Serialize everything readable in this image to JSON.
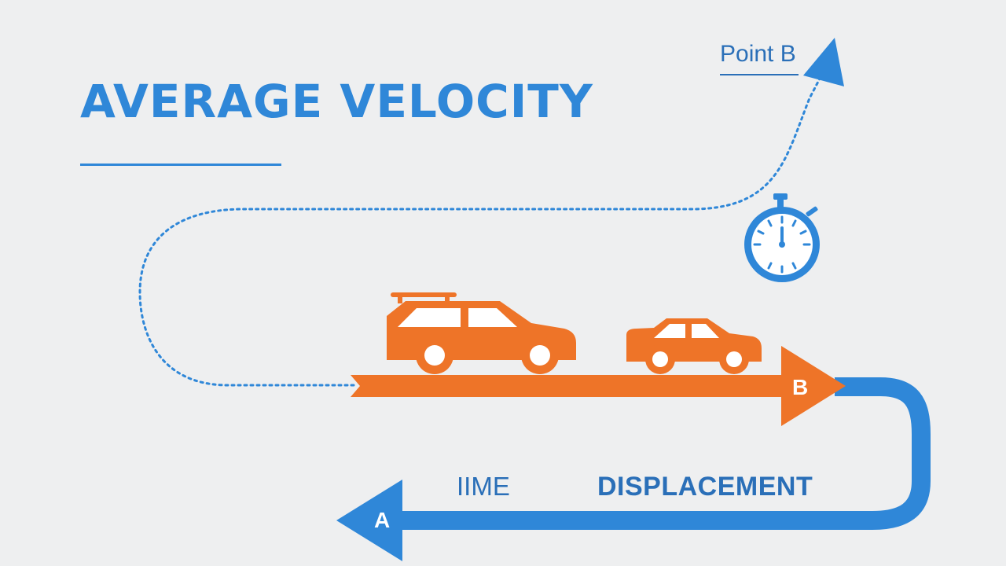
{
  "title": "AVERAGE VELOCITY",
  "point_b_label": "Point B",
  "labels": {
    "time": "IIME",
    "displacement": "DISPLACEMENT"
  },
  "markers": {
    "end": "B",
    "start": "A"
  },
  "icons": [
    "stopwatch-icon",
    "wagon-car-icon",
    "sedan-car-icon"
  ],
  "colors": {
    "background": "#eeeff0",
    "blue": "#2f87d8",
    "dark_blue": "#2a6fb8",
    "orange": "#ee7428"
  }
}
